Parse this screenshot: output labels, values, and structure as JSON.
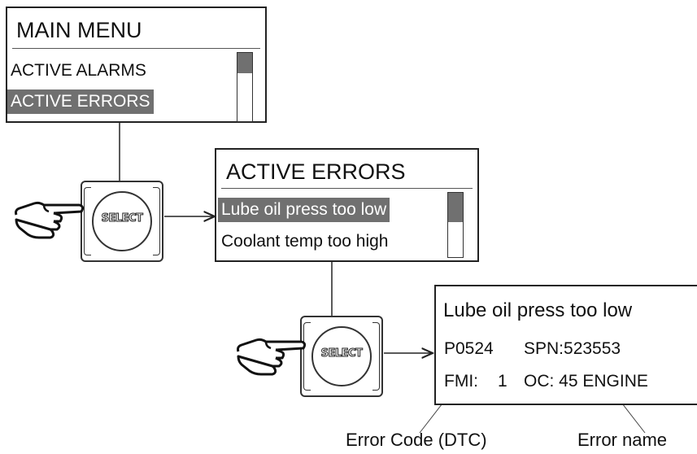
{
  "main_menu": {
    "title": "MAIN MENU",
    "items": [
      {
        "label": "ACTIVE ALARMS",
        "selected": false
      },
      {
        "label": "ACTIVE ERRORS",
        "selected": true
      }
    ],
    "scroll_position": 0.3
  },
  "errors_list": {
    "title": "ACTIVE ERRORS",
    "items": [
      {
        "label": "Lube oil press too low",
        "selected": true
      },
      {
        "label": "Coolant temp too high",
        "selected": false
      }
    ],
    "scroll_position": 0.45
  },
  "error_detail": {
    "name": "Lube oil press too low",
    "code": "P0524",
    "spn": "SPN:523553",
    "fmi_label": "FMI:",
    "fmi_value": "1",
    "oc": "OC: 45 ENGINE"
  },
  "select_button_label": "SELECT",
  "annotations": {
    "error_code": "Error Code (DTC)",
    "error_name": "Error name"
  },
  "colors": {
    "highlight": "#707070",
    "outline": "#222222"
  },
  "icons": [
    "pointing-hand-icon",
    "select-button-icon"
  ]
}
